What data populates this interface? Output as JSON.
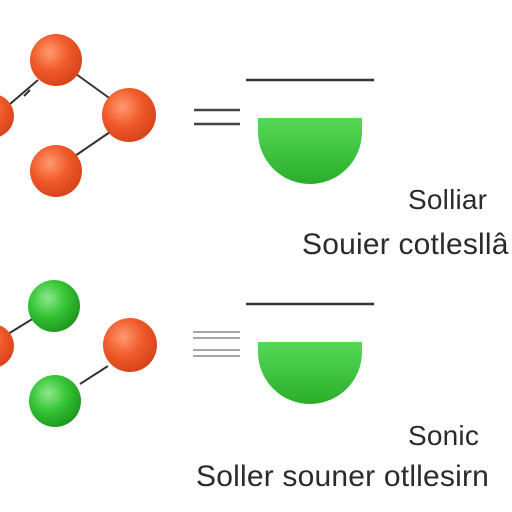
{
  "colors": {
    "atom_orange": "#f05a2a",
    "atom_green": "#33c433",
    "bond": "#333333",
    "equals": "#444444",
    "vessel": "#3cc23c"
  },
  "top_panel": {
    "atom_colors": [
      "orange",
      "orange",
      "orange",
      "orange"
    ],
    "word": "Solliar",
    "phrase": "Souier cotlesllâ"
  },
  "bottom_panel": {
    "atom_colors": [
      "green",
      "orange",
      "orange",
      "green"
    ],
    "word": "Sonic",
    "phrase": "Soller souner otllesirn"
  }
}
